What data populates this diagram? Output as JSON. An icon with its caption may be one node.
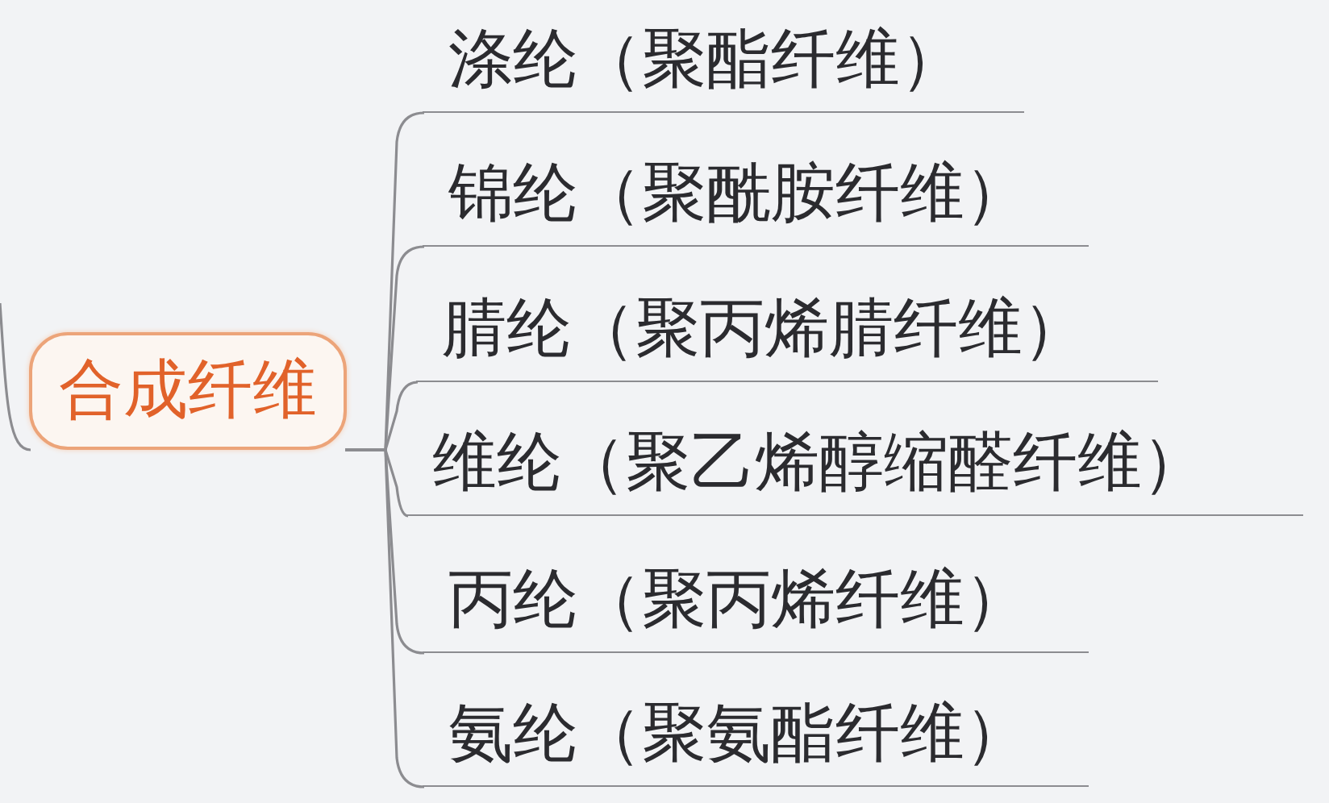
{
  "diagram": {
    "nodes": [
      {
        "text": [
          "合成纤维"
        ]
      },
      {
        "text": [
          "涤纶（聚酯纤维）"
        ]
      },
      {
        "text": [
          "锦纶（聚酰胺纤维）"
        ]
      },
      {
        "text": [
          "腈纶（聚丙烯腈纤维）"
        ]
      },
      {
        "text": [
          "维纶（聚乙烯醇缩醛纤维）"
        ]
      },
      {
        "text": [
          "丙纶（聚丙烯纤维）"
        ]
      },
      {
        "text": [
          "氨纶（聚氨酯纤维）"
        ]
      }
    ],
    "edges": [
      {
        "from": 0,
        "to": 1,
        "arrow": "none"
      },
      {
        "from": 0,
        "to": 2,
        "arrow": "none"
      },
      {
        "from": 0,
        "to": 3,
        "arrow": "none"
      },
      {
        "from": 0,
        "to": 4,
        "arrow": "none"
      },
      {
        "from": 0,
        "to": 5,
        "arrow": "none"
      },
      {
        "from": 0,
        "to": 6,
        "arrow": "none"
      },
      {
        "from": null,
        "to": 0,
        "arrow": "none"
      }
    ]
  }
}
